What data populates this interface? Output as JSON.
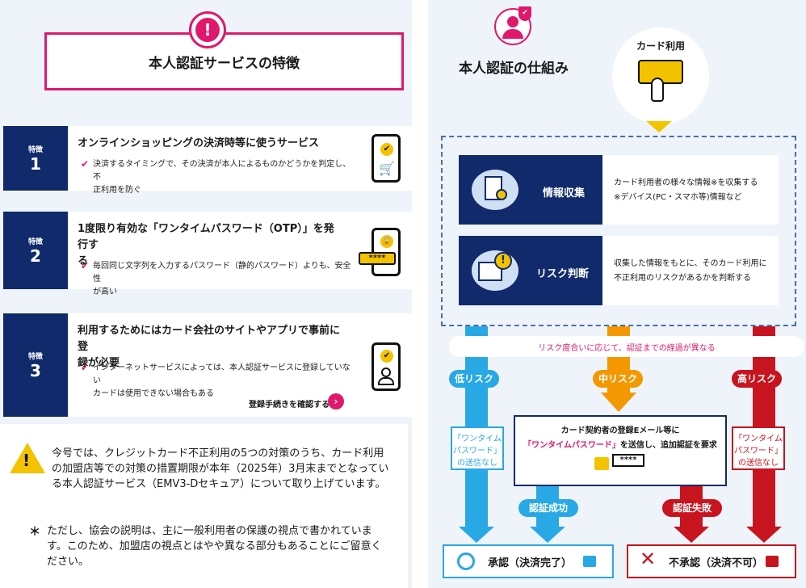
{
  "left": {
    "header_title": "本人認証サービスの特徴",
    "header_icon": "exclamation-icon",
    "features": [
      {
        "tag": "特徴",
        "number": "1",
        "title": "オンラインショッピングの決済時等に使うサービス",
        "desc_line1": "決済するタイミングで、その決済が本人によるものかどうかを判定し、不",
        "desc_line2": "正利用を防ぐ"
      },
      {
        "tag": "特徴",
        "number": "2",
        "title_line1": "1度限り有効な「ワンタイムパスワード（OTP）」を発行す",
        "title_line2": "る",
        "desc_line1": "毎回同じ文字列を入力するパスワード（静的パスワード）よりも、安全性",
        "desc_line2": "が高い",
        "pin": "****"
      },
      {
        "tag": "特徴",
        "number": "3",
        "title_line1": "利用するためにはカード会社のサイトやアプリで事前に登",
        "title_line2": "録が必要",
        "desc_line1": "インターネットサービスによっては、本人認証サービスに登録していない",
        "desc_line2": "カードは使用できない場合もある",
        "link": "登録手続きを確認する"
      }
    ],
    "check_mark": "✔",
    "notes": {
      "warning_mark": "!",
      "note1": "今号では、クレジットカード不正利用の5つの対策のうち、カード利用の加盟店等での対策の措置期限が本年（2025年）3月末までとなっている本人認証サービス（EMV3-Dセキュア）について取り上げています。",
      "note2_mark": "＊",
      "note2": "ただし、協会の説明は、主に一般利用者の保護の視点で書かれています。このため、加盟店の視点とはやや異なる部分もあることにご留意ください。"
    }
  },
  "right": {
    "title": "本人認証の仕組み",
    "card_use": "カード利用",
    "steps": [
      {
        "label": "情報収集",
        "desc_line1": "カード利用者の様々な情報※を収集する",
        "desc_line2": "※デバイス(PC・スマホ等)情報など"
      },
      {
        "label": "リスク判断",
        "desc_line1": "収集した情報をもとに、そのカード利用に",
        "desc_line2": "不正利用のリスクがあるかを判断する"
      }
    ],
    "band": "リスク度合いに応じて、認証までの経過が異なる",
    "low_risk": "低リスク",
    "mid_risk": "中リスク",
    "high_risk": "高リスク",
    "low_box": [
      "「ワンタイム",
      "パスワード」",
      "の送信なし"
    ],
    "high_box": [
      "「ワンタイム",
      "パスワード」",
      "の送信なし"
    ],
    "mid_box_line1": "カード契約者の登録Eメール等に",
    "mid_box_otp": "「ワンタイムパスワード」",
    "mid_box_rest": "を送信し、追加認証を要求",
    "mid_pin": "****",
    "auth_success": "認証成功",
    "auth_fail": "認証失敗",
    "approve": "承認（決済完了）",
    "reject": "不承認（決済不可）",
    "colors": {
      "blue": "#29a8e6",
      "orange": "#f39800",
      "red": "#c8141e",
      "navy": "#102a6b",
      "pink": "#e0186c"
    }
  }
}
